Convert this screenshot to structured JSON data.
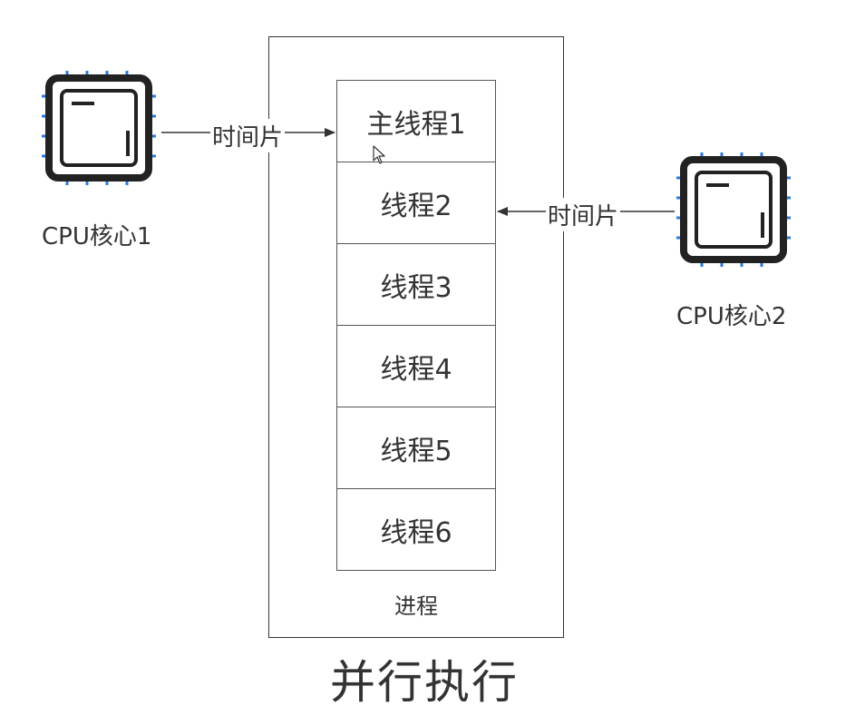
{
  "caption": "并行执行",
  "process": {
    "label": "进程",
    "threads": [
      "主线程1",
      "线程2",
      "线程3",
      "线程4",
      "线程5",
      "线程6"
    ]
  },
  "cpu_cores": [
    {
      "label": "CPU核心1",
      "arrow_label": "时间片"
    },
    {
      "label": "CPU核心2",
      "arrow_label": "时间片"
    }
  ],
  "colors": {
    "stroke": "#333333",
    "chip_pin": "#2a7ae2",
    "text": "#333333"
  }
}
